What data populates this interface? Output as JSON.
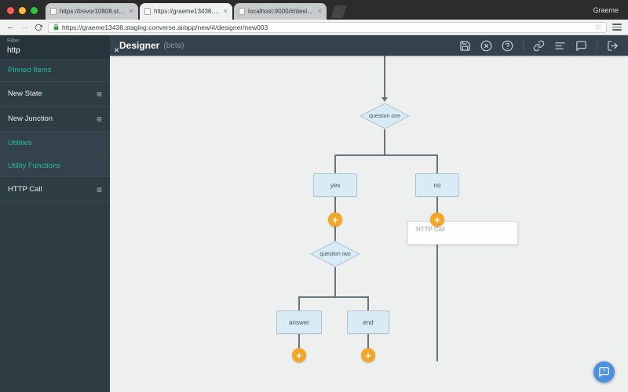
{
  "browser": {
    "tabs": [
      {
        "title": "https://trevor10808.stagi",
        "active": false
      },
      {
        "title": "https://graeme13438.stag",
        "active": true
      },
      {
        "title": "localhost:9000/#/designer",
        "active": false
      }
    ],
    "profile_name": "Graeme",
    "url": "https://graeme13438.staging.converse.ai/app/new/#/designer/new003"
  },
  "icons": {
    "back": "←",
    "forward": "→",
    "star": "☆",
    "close": "×",
    "drag_handle": "≡",
    "plus": "+"
  },
  "topbar": {
    "title": "Designer",
    "beta": "(beta)",
    "icon_names": [
      "save",
      "close",
      "help",
      "link",
      "list",
      "chat",
      "exit"
    ]
  },
  "sidebar": {
    "filter_label": "Filter",
    "filter_value": "http",
    "items": [
      {
        "label": "Pinned Items",
        "kind": "link"
      },
      {
        "label": "New State",
        "kind": "draggable"
      },
      {
        "label": "New Junction",
        "kind": "draggable"
      },
      {
        "label": "Utilities",
        "kind": "link"
      },
      {
        "label": "Utility Functions",
        "kind": "link"
      },
      {
        "label": "HTTP Call",
        "kind": "draggable"
      }
    ]
  },
  "canvas": {
    "nodes": {
      "question_one": "question one",
      "yes": "yes",
      "no": "no",
      "question_two": "question two",
      "answer": "answer",
      "end": "end"
    },
    "http_card_title": "HTTP Call",
    "colors": {
      "node_fill": "#d9ecf5",
      "node_border": "#a9c7d6",
      "plus_orange": "#f5a623",
      "connector_gray": "#6b7478",
      "accent_teal": "#1dbfa3",
      "chat_blue": "#4a90e2",
      "appbar_dark": "#33424d"
    }
  }
}
